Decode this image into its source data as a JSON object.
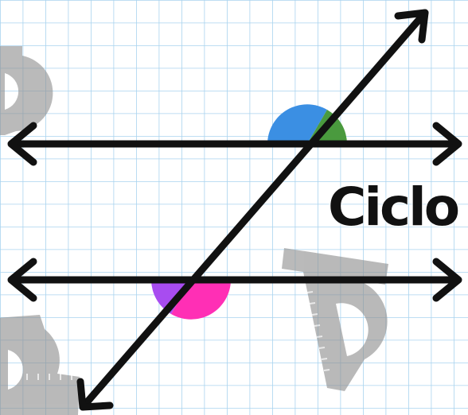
{
  "label": "Ciclo",
  "colors": {
    "grid": "#a9d3ef",
    "background": "#ffffff",
    "lines": "#111111",
    "protractor": "#8f8f8f",
    "angle_top_left": "#3b8fe3",
    "angle_top_right": "#4a9a3e",
    "angle_bottom_left": "#a84cf0",
    "angle_bottom_right": "#ff2fb5"
  },
  "elements": {
    "parallel_lines": 2,
    "transversal": 1,
    "highlighted_angles": 4,
    "decorative_protractors": 3
  }
}
